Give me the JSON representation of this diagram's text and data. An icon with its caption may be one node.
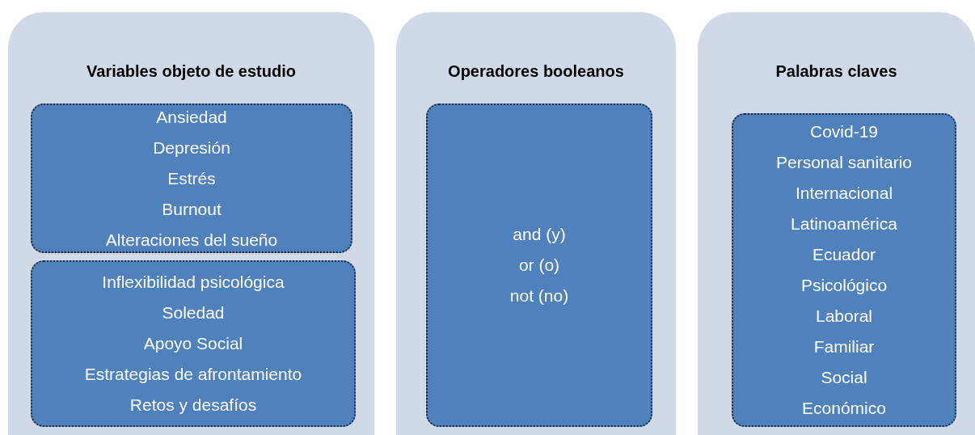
{
  "diagram": {
    "nodes": [
      {
        "text": [
          "Variables objeto de estudio"
        ]
      },
      {
        "text": [
          "Ansiedad",
          "Depresión",
          "Estrés",
          "Burnout",
          "Alteraciones del sueño"
        ],
        "in": 0
      },
      {
        "text": [
          "Inflexibilidad psicológica",
          "Soledad",
          "Apoyo Social",
          "Estrategias de afrontamiento",
          "Retos y desafíos"
        ],
        "in": 0
      },
      {
        "text": [
          "Operadores booleanos"
        ]
      },
      {
        "text": [
          "and (y)",
          "or (o)",
          "not (no)"
        ],
        "in": 3
      },
      {
        "text": [
          "Palabras claves"
        ]
      },
      {
        "text": [
          "Covid-19",
          "Personal sanitario",
          "Internacional",
          "Latinoamérica",
          "Ecuador",
          "Psicológico",
          "Laboral",
          "Familiar",
          "Social",
          "Económico"
        ],
        "in": 5
      }
    ]
  }
}
